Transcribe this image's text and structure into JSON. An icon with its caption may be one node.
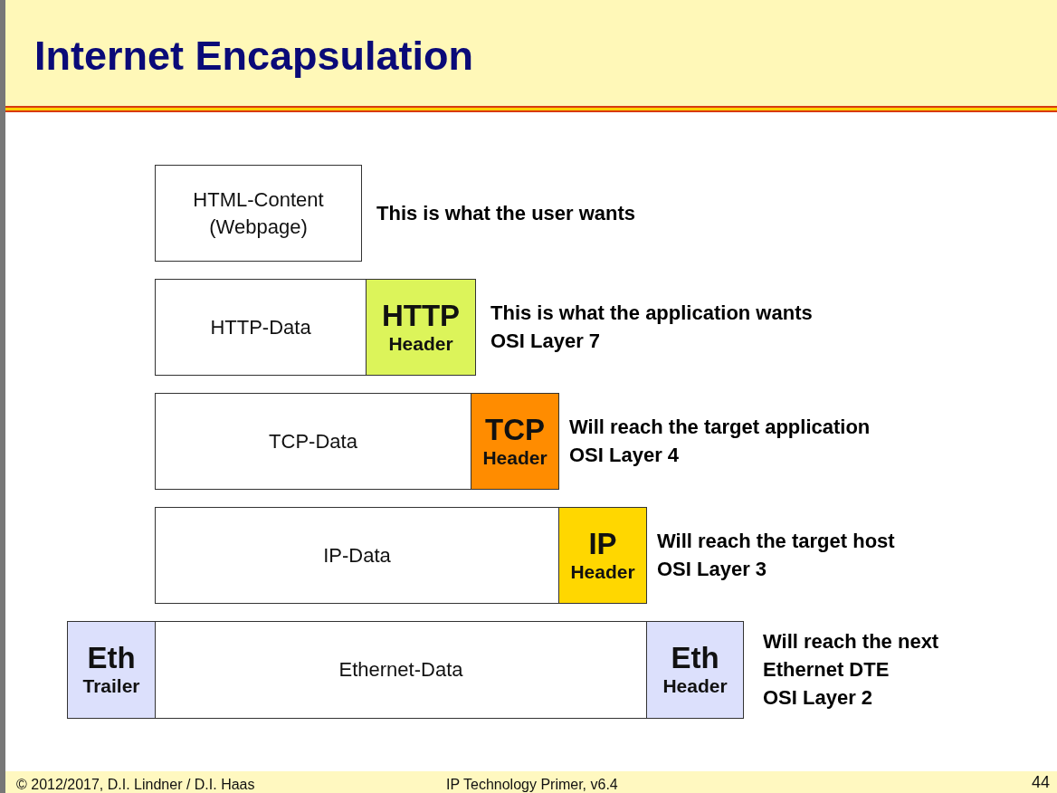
{
  "diagram": {
    "title": "Internet Encapsulation",
    "nodes": [
      {
        "text": [
          "HTML-Content (Webpage)"
        ],
        "beside": [
          "This is what the user wants"
        ]
      },
      {
        "text": [
          "HTTP-Data"
        ]
      },
      {
        "text": [
          "HTTP",
          "Header"
        ],
        "beside": [
          "This is what the application wants",
          "OSI Layer 7"
        ]
      },
      {
        "text": [
          "TCP-Data"
        ]
      },
      {
        "text": [
          "TCP",
          "Header"
        ],
        "beside": [
          "Will reach the target application",
          "OSI Layer 4"
        ]
      },
      {
        "text": [
          "IP-Data"
        ]
      },
      {
        "text": [
          "IP",
          "Header"
        ],
        "beside": [
          "Will reach the target host",
          "OSI Layer 3"
        ]
      },
      {
        "text": [
          "Eth",
          "Trailer"
        ]
      },
      {
        "text": [
          "Ethernet-Data"
        ]
      },
      {
        "text": [
          "Eth",
          "Header"
        ],
        "beside": [
          "Will reach the next Ethernet DTE",
          "OSI Layer 2"
        ]
      }
    ],
    "labels": [
      "© 2012/2017, D.I. Lindner / D.I. Haas",
      "IP Technology Primer, v6.4",
      "44"
    ]
  }
}
